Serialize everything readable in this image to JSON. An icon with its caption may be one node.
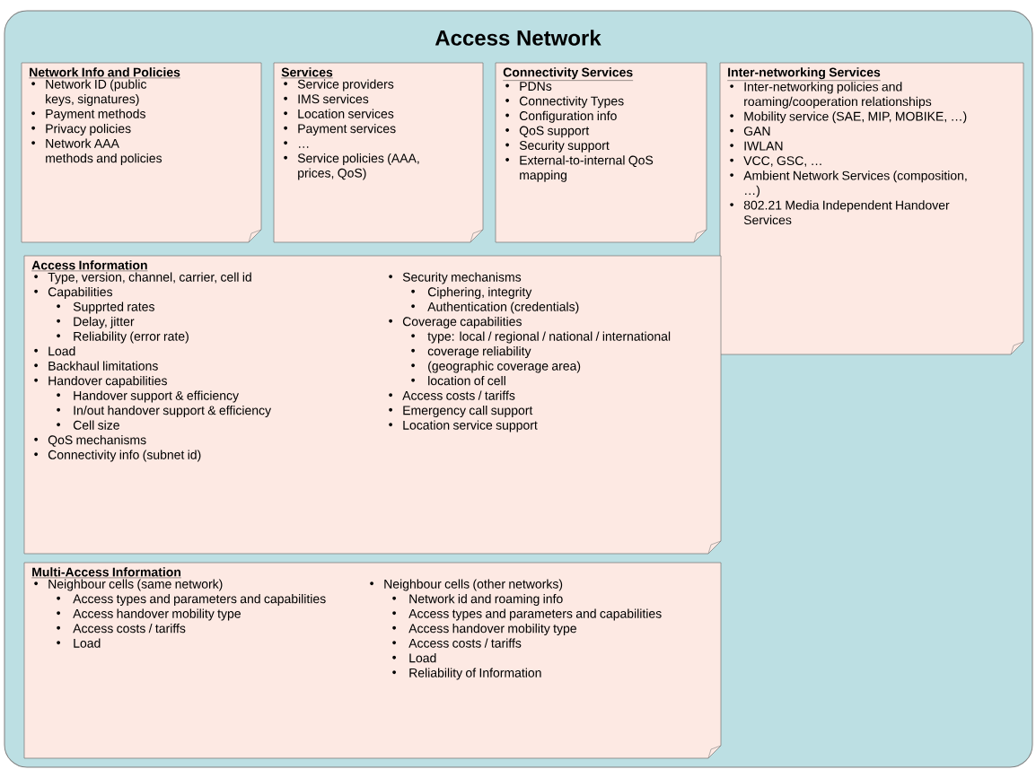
{
  "diagram": {
    "nodes": [
      {
        "text": [
          "Access Network"
        ]
      },
      {
        "text": [
          "Network Info and Policies",
          "Network ID (public keys, signatures)",
          "Payment methods",
          "Privacy policies",
          "Network AAA methods and policies"
        ],
        "in": 0
      },
      {
        "text": [
          "Services",
          "Service providers",
          "IMS services",
          "Location services",
          "Payment services",
          "…",
          "Service policies (AAA, prices, QoS)"
        ],
        "in": 0
      },
      {
        "text": [
          "Connectivity Services",
          "PDNs",
          "Connectivity Types",
          "Configuration info",
          "QoS support",
          "Security support",
          "External-to-internal QoS mapping"
        ],
        "in": 0
      },
      {
        "text": [
          "Inter-networking Services",
          "Inter-networking policies and roaming/cooperation relationships",
          "Mobility service (SAE, MIP, MOBIKE, …)",
          "GAN",
          "IWLAN",
          "VCC, GSC, …",
          "Ambient Network Services (composition, …)",
          "802.21 Media Independent Handover Services"
        ],
        "in": 0
      },
      {
        "text": [
          "Access Information",
          "Type, version, channel, carrier, cell id",
          "Capabilities",
          "Supprted rates",
          "Delay, jitter",
          "Reliability (error rate)",
          "Load",
          "Backhaul limitations",
          "Handover capabilities",
          "Handover support & efficiency",
          "In/out handover support & efficiency",
          "Cell size",
          "QoS mechanisms",
          "Connectivity info (subnet id)",
          "Security mechanisms",
          "Ciphering, integrity",
          "Authentication (credentials)",
          "Coverage capabilities",
          "type: local / regional / national / international",
          "coverage reliability",
          "(geographic coverage area)",
          "location of cell",
          "Access costs / tariffs",
          "Emergency call support",
          "Location service support"
        ],
        "in": 0
      },
      {
        "text": [
          "Multi-Access Information",
          "Neighbour cells (same network)",
          "Access types and parameters and capabilities",
          "Access handover mobility type",
          "Access costs / tariffs",
          "Load",
          "Neighbour cells (other networks)",
          "Network id and roaming info",
          "Access types and parameters and capabilities",
          "Access handover mobility type",
          "Access costs / tariffs",
          "Load",
          "Reliability of Information"
        ],
        "in": 0
      }
    ]
  }
}
